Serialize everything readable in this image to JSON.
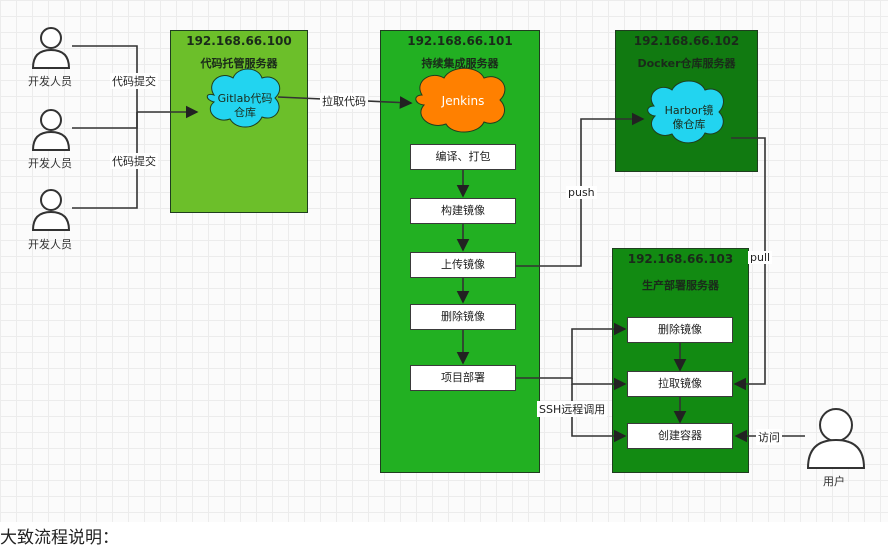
{
  "developers": [
    {
      "label": "开发人员"
    },
    {
      "label": "开发人员"
    },
    {
      "label": "开发人员"
    }
  ],
  "commit_labels": [
    "代码提交",
    "代码提交"
  ],
  "gitlab_server": {
    "ip": "192.168.66.100",
    "title": "代码托管服务器",
    "cloud_lines": [
      "Gitlab代码",
      "仓库"
    ],
    "color": "#6cbf2a"
  },
  "pull_code_label": "拉取代码",
  "jenkins_server": {
    "ip": "192.168.66.101",
    "title": "持续集成服务器",
    "cloud": "Jenkins",
    "color": "#22b022",
    "steps": [
      "编译、打包",
      "构建镜像",
      "上传镜像",
      "删除镜像",
      "项目部署"
    ]
  },
  "docker_server": {
    "ip": "192.168.66.102",
    "title": "Docker仓库服务器",
    "cloud_lines": [
      "Harbor镜",
      "像仓库"
    ],
    "color": "#117a11"
  },
  "prod_server": {
    "ip": "192.168.66.103",
    "title": "生产部署服务器",
    "color": "#128a12",
    "steps": [
      "删除镜像",
      "拉取镜像",
      "创建容器"
    ]
  },
  "push_label": "push",
  "pull_label": "pull",
  "ssh_label": "SSH远程调用",
  "visit_label": "访问",
  "user_label": "用户",
  "footer_text": "大致流程说明：",
  "colors": {
    "cloud_orange": "#ff8000",
    "cloud_cyan": "#22d4f0"
  }
}
